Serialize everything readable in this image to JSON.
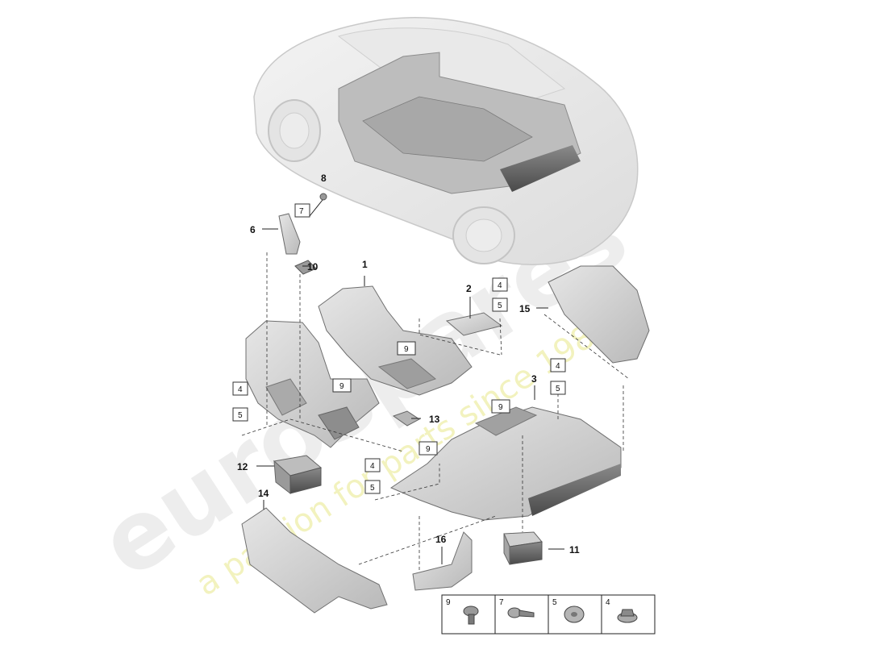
{
  "watermark": {
    "brand": "eurospares",
    "tagline": "a passion for parts since 1985"
  },
  "callouts": {
    "c1": "1",
    "c2": "2",
    "c3": "3",
    "c6": "6",
    "c8": "8",
    "c10": "10",
    "c11": "11",
    "c12": "12",
    "c13": "13",
    "c14": "14",
    "c15": "15",
    "c16": "16"
  },
  "boxes": {
    "b7": "7",
    "b4a": "4",
    "b5a": "5",
    "b4b": "4",
    "b5b": "5",
    "b4c": "4",
    "b5c": "5",
    "b4d": "4",
    "b5d": "5",
    "b9a": "9",
    "b9b": "9",
    "b9c": "9",
    "b9d": "9"
  },
  "legend": [
    {
      "num": "9",
      "part": "clip-fastener-icon"
    },
    {
      "num": "7",
      "part": "screw-icon"
    },
    {
      "num": "5",
      "part": "washer-nut-icon"
    },
    {
      "num": "4",
      "part": "flange-nut-icon"
    }
  ]
}
